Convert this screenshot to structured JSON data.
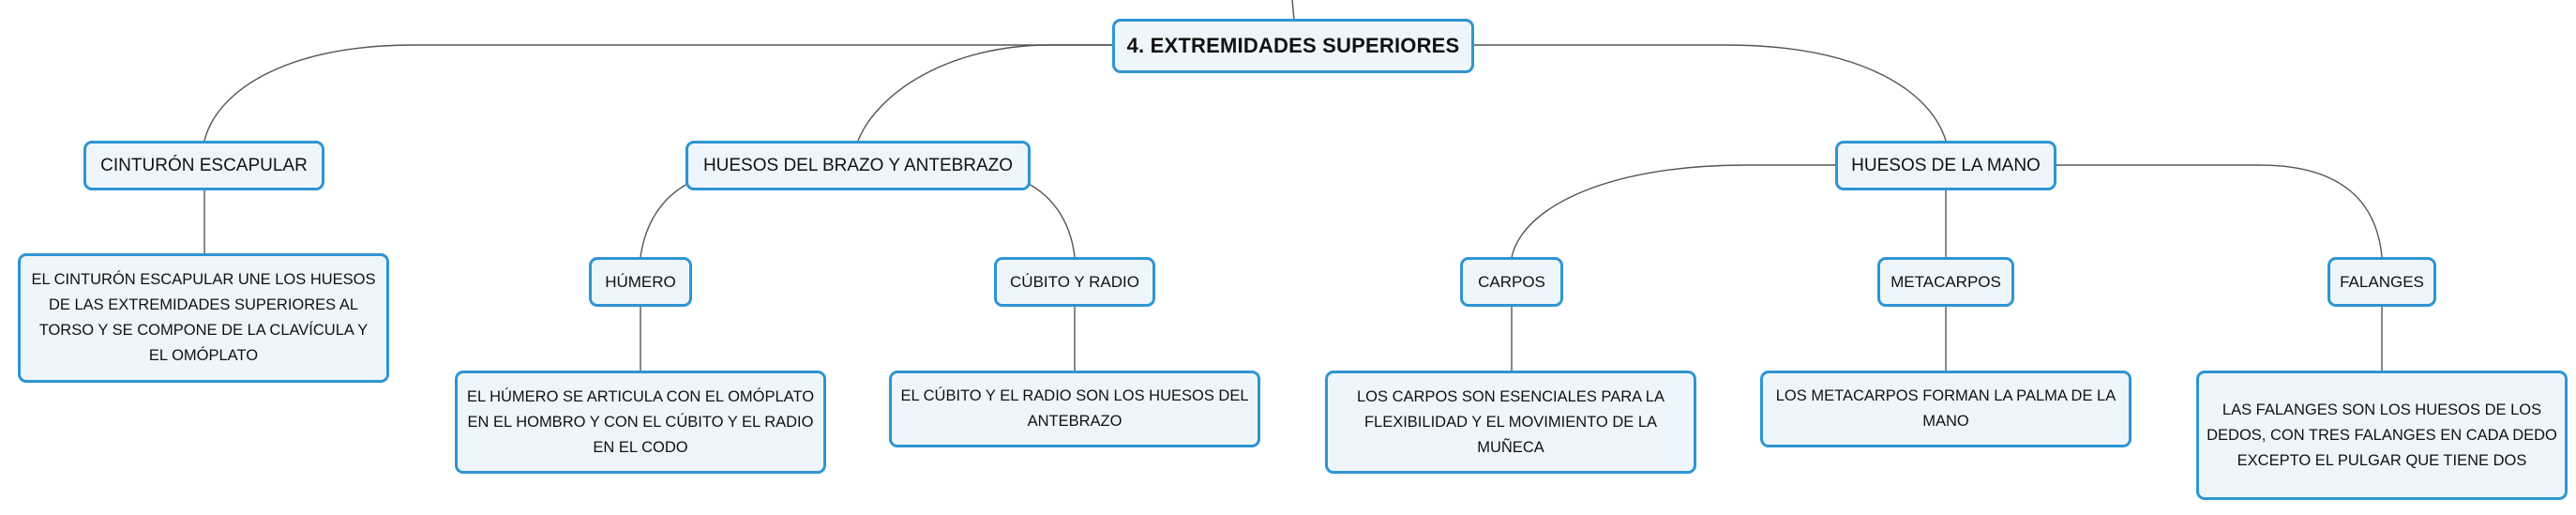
{
  "colors": {
    "node_border": "#2e95d3",
    "node_fill": "#eef6fc",
    "connector": "#555555"
  },
  "root": {
    "label": "4. EXTREMIDADES SUPERIORES"
  },
  "branches": {
    "cinturon": {
      "label": "CINTURÓN ESCAPULAR",
      "description": "EL CINTURÓN ESCAPULAR UNE LOS HUESOS DE LAS EXTREMIDADES SUPERIORES AL TORSO Y SE COMPONE DE LA CLAVÍCULA Y EL OMÓPLATO"
    },
    "brazo": {
      "label": "HUESOS DEL BRAZO Y ANTEBRAZO",
      "humero": {
        "label": "HÚMERO",
        "description": "EL HÚMERO SE ARTICULA CON EL OMÓPLATO EN EL HOMBRO Y CON EL CÚBITO Y EL RADIO EN EL CODO"
      },
      "cubito": {
        "label": "CÚBITO Y RADIO",
        "description": "EL CÚBITO Y EL RADIO SON LOS HUESOS DEL ANTEBRAZO"
      }
    },
    "mano": {
      "label": "HUESOS DE LA MANO",
      "carpos": {
        "label": "CARPOS",
        "description": "LOS CARPOS SON ESENCIALES PARA LA FLEXIBILIDAD Y EL MOVIMIENTO DE LA MUÑECA"
      },
      "metacarpos": {
        "label": "METACARPOS",
        "description": "LOS METACARPOS FORMAN LA PALMA DE LA MANO"
      },
      "falanges": {
        "label": "FALANGES",
        "description": "LAS FALANGES SON LOS HUESOS DE LOS DEDOS, CON TRES FALANGES EN CADA DEDO EXCEPTO EL PULGAR QUE TIENE DOS"
      }
    }
  }
}
